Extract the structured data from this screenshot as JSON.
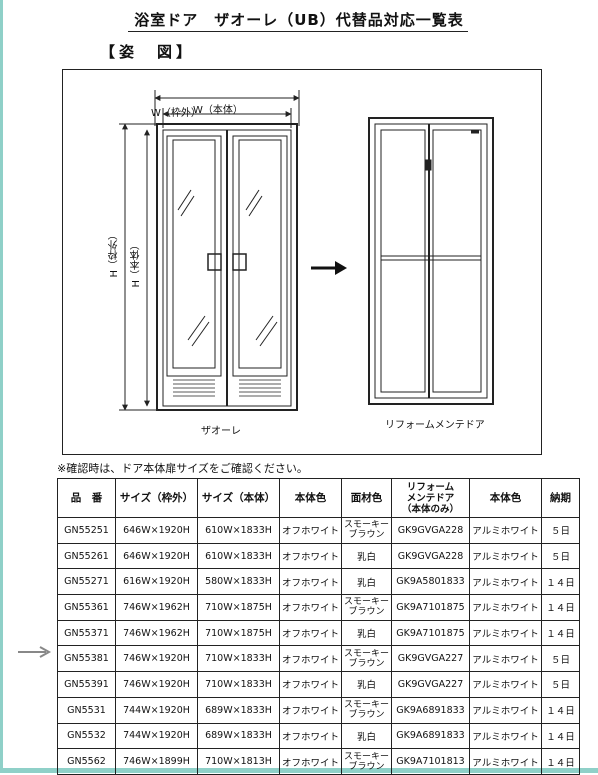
{
  "title": "浴室ドア　ザオーレ（UB）代替品対応一覧表",
  "section_heading": "【姿　図】",
  "figure": {
    "width_outer_label": "W（枠外）",
    "width_body_label": "W（本体）",
    "height_outer_label": "H（枠外）",
    "height_body_label": "H（本体）",
    "left_caption": "ザオーレ",
    "right_caption": "リフォームメンテドア"
  },
  "note": "※確認時は、ドア本体扉サイズをご確認ください。",
  "table": {
    "headers": [
      "品　番",
      "サイズ（枠外）",
      "サイズ（本体）",
      "本体色",
      "面材色",
      "リフォーム\nメンテドア\n（本体のみ）",
      "本体色",
      "納期"
    ],
    "rows": [
      {
        "code": "GN55251",
        "outer": "646W×1920H",
        "body": "610W×1833H",
        "color": "オフホワイト",
        "panel": [
          "スモーキー",
          "ブラウン"
        ],
        "reform": "GK9GVGA228",
        "reform_color": "アルミホワイト",
        "lead": "５日"
      },
      {
        "code": "GN55261",
        "outer": "646W×1920H",
        "body": "610W×1833H",
        "color": "オフホワイト",
        "panel": [
          "乳白"
        ],
        "reform": "GK9GVGA228",
        "reform_color": "アルミホワイト",
        "lead": "５日"
      },
      {
        "code": "GN55271",
        "outer": "616W×1920H",
        "body": "580W×1833H",
        "color": "オフホワイト",
        "panel": [
          "乳白"
        ],
        "reform": "GK9A5801833",
        "reform_color": "アルミホワイト",
        "lead": "１４日"
      },
      {
        "code": "GN55361",
        "outer": "746W×1962H",
        "body": "710W×1875H",
        "color": "オフホワイト",
        "panel": [
          "スモーキー",
          "ブラウン"
        ],
        "reform": "GK9A7101875",
        "reform_color": "アルミホワイト",
        "lead": "１４日"
      },
      {
        "code": "GN55371",
        "outer": "746W×1962H",
        "body": "710W×1875H",
        "color": "オフホワイト",
        "panel": [
          "乳白"
        ],
        "reform": "GK9A7101875",
        "reform_color": "アルミホワイト",
        "lead": "１４日"
      },
      {
        "code": "GN55381",
        "outer": "746W×1920H",
        "body": "710W×1833H",
        "color": "オフホワイト",
        "panel": [
          "スモーキー",
          "ブラウン"
        ],
        "reform": "GK9GVGA227",
        "reform_color": "アルミホワイト",
        "lead": "５日"
      },
      {
        "code": "GN55391",
        "outer": "746W×1920H",
        "body": "710W×1833H",
        "color": "オフホワイト",
        "panel": [
          "乳白"
        ],
        "reform": "GK9GVGA227",
        "reform_color": "アルミホワイト",
        "lead": "５日"
      },
      {
        "code": "GN5531",
        "outer": "744W×1920H",
        "body": "689W×1833H",
        "color": "オフホワイト",
        "panel": [
          "スモーキー",
          "ブラウン"
        ],
        "reform": "GK9A6891833",
        "reform_color": "アルミホワイト",
        "lead": "１４日"
      },
      {
        "code": "GN5532",
        "outer": "744W×1920H",
        "body": "689W×1833H",
        "color": "オフホワイト",
        "panel": [
          "乳白"
        ],
        "reform": "GK9A6891833",
        "reform_color": "アルミホワイト",
        "lead": "１４日"
      },
      {
        "code": "GN5562",
        "outer": "746W×1899H",
        "body": "710W×1813H",
        "color": "オフホワイト",
        "panel": [
          "スモーキー",
          "ブラウン"
        ],
        "reform": "GK9A7101813",
        "reform_color": "アルミホワイト",
        "lead": "１４日"
      }
    ]
  },
  "colors": {
    "frame_accent": "#8fd0c8",
    "indicator_arrow": "#888888"
  }
}
